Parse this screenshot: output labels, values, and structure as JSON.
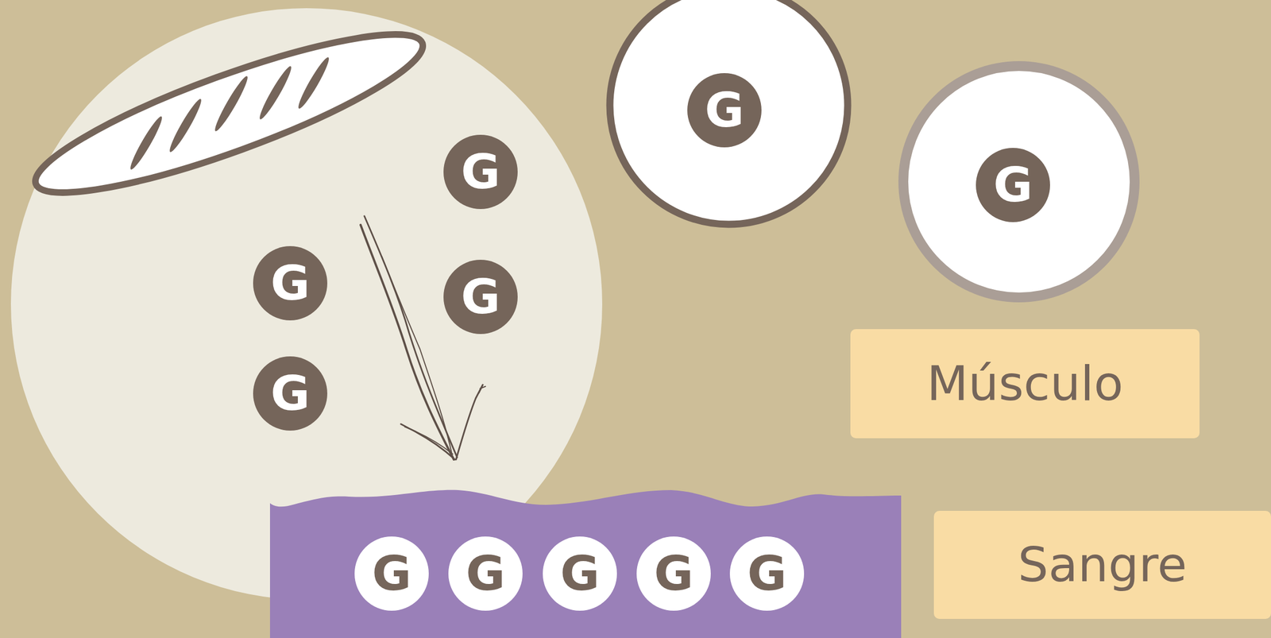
{
  "diagram": {
    "nodes": [
      {
        "text": [
          "G"
        ]
      },
      {
        "text": [
          "G"
        ]
      },
      {
        "text": [
          "G"
        ]
      },
      {
        "text": [
          "G"
        ]
      },
      {
        "text": [
          "G"
        ]
      },
      {
        "text": [
          "G"
        ]
      },
      {
        "text": [
          "Músculo"
        ]
      },
      {
        "text": [
          "G"
        ]
      },
      {
        "text": [
          "G"
        ]
      },
      {
        "text": [
          "G"
        ]
      },
      {
        "text": [
          "G"
        ]
      },
      {
        "text": [
          "G"
        ]
      },
      {
        "text": [
          "Sangre"
        ]
      }
    ]
  }
}
